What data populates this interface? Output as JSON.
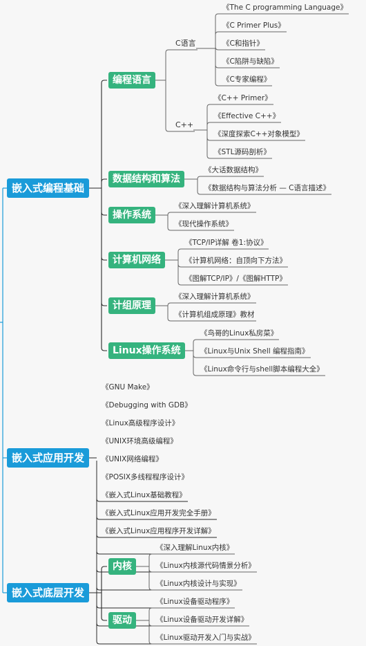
{
  "colors": {
    "l1_fill": "#1a9bd9",
    "l2_fill": "#35b37e",
    "l1_line": "#1a9bd9",
    "l2_line": "#2a2a2a",
    "l3_line": "#666666"
  },
  "tree": [
    {
      "id": "embedded-programming-basics",
      "label": "嵌入式编程基础",
      "children": [
        {
          "id": "programming-languages",
          "label": "编程语言",
          "groups": [
            {
              "id": "c-language",
              "label": "C语言",
              "books": [
                "《The C programming Language》",
                "《C Primer Plus》",
                "《C和指针》",
                "《C陷阱与缺陷》",
                "《C专家编程》"
              ]
            },
            {
              "id": "cpp",
              "label": "C++",
              "books": [
                "《C++ Primer》",
                "《Effective C++》",
                "《深度探索C++对象模型》",
                "《STL源码剖析》"
              ]
            }
          ]
        },
        {
          "id": "data-structures-algorithms",
          "label": "数据结构和算法",
          "books": [
            "《大话数据结构》",
            "《数据结构与算法分析 — C语言描述》"
          ]
        },
        {
          "id": "operating-systems",
          "label": "操作系统",
          "books": [
            "《深入理解计算机系统》",
            "《现代操作系统》"
          ]
        },
        {
          "id": "computer-networks",
          "label": "计算机网络",
          "books": [
            "《TCP/IP详解 卷1:协议》",
            "《计算机网络：自顶向下方法》",
            "《图解TCP/IP》/《图解HTTP》"
          ]
        },
        {
          "id": "computer-organization",
          "label": "计组原理",
          "books": [
            "《深入理解计算机系统》",
            "《计算机组成原理》教材"
          ]
        },
        {
          "id": "linux-os",
          "label": "Linux操作系统",
          "books": [
            "《鸟哥的Linux私房菜》",
            "《Linux与Unix Shell 编程指南》",
            "《Linux命令行与shell脚本编程大全》"
          ]
        }
      ]
    },
    {
      "id": "embedded-app-dev",
      "label": "嵌入式应用开发",
      "books": [
        "《GNU Make》",
        "《Debugging with GDB》",
        "《Linux高级程序设计》",
        "《UNIX环境高级编程》",
        "《UNIX网络编程》",
        "《POSIX多线程程序设计》",
        "《嵌入式Linux基础教程》",
        "《嵌入式Linux应用开发完全手册》",
        "《嵌入式Linux应用程序开发详解》"
      ]
    },
    {
      "id": "embedded-low-level-dev",
      "label": "嵌入式底层开发",
      "children": [
        {
          "id": "kernel",
          "label": "内核",
          "books": [
            "《深入理解Linux内核》",
            "《Linux内核源代码情景分析》",
            "《Linux内核设计与实现》"
          ]
        },
        {
          "id": "drivers",
          "label": "驱动",
          "books": [
            "《Linux设备驱动程序》",
            "《Linux设备驱动开发详解》",
            "《Linux驱动开发入门与实战》"
          ]
        }
      ]
    }
  ]
}
